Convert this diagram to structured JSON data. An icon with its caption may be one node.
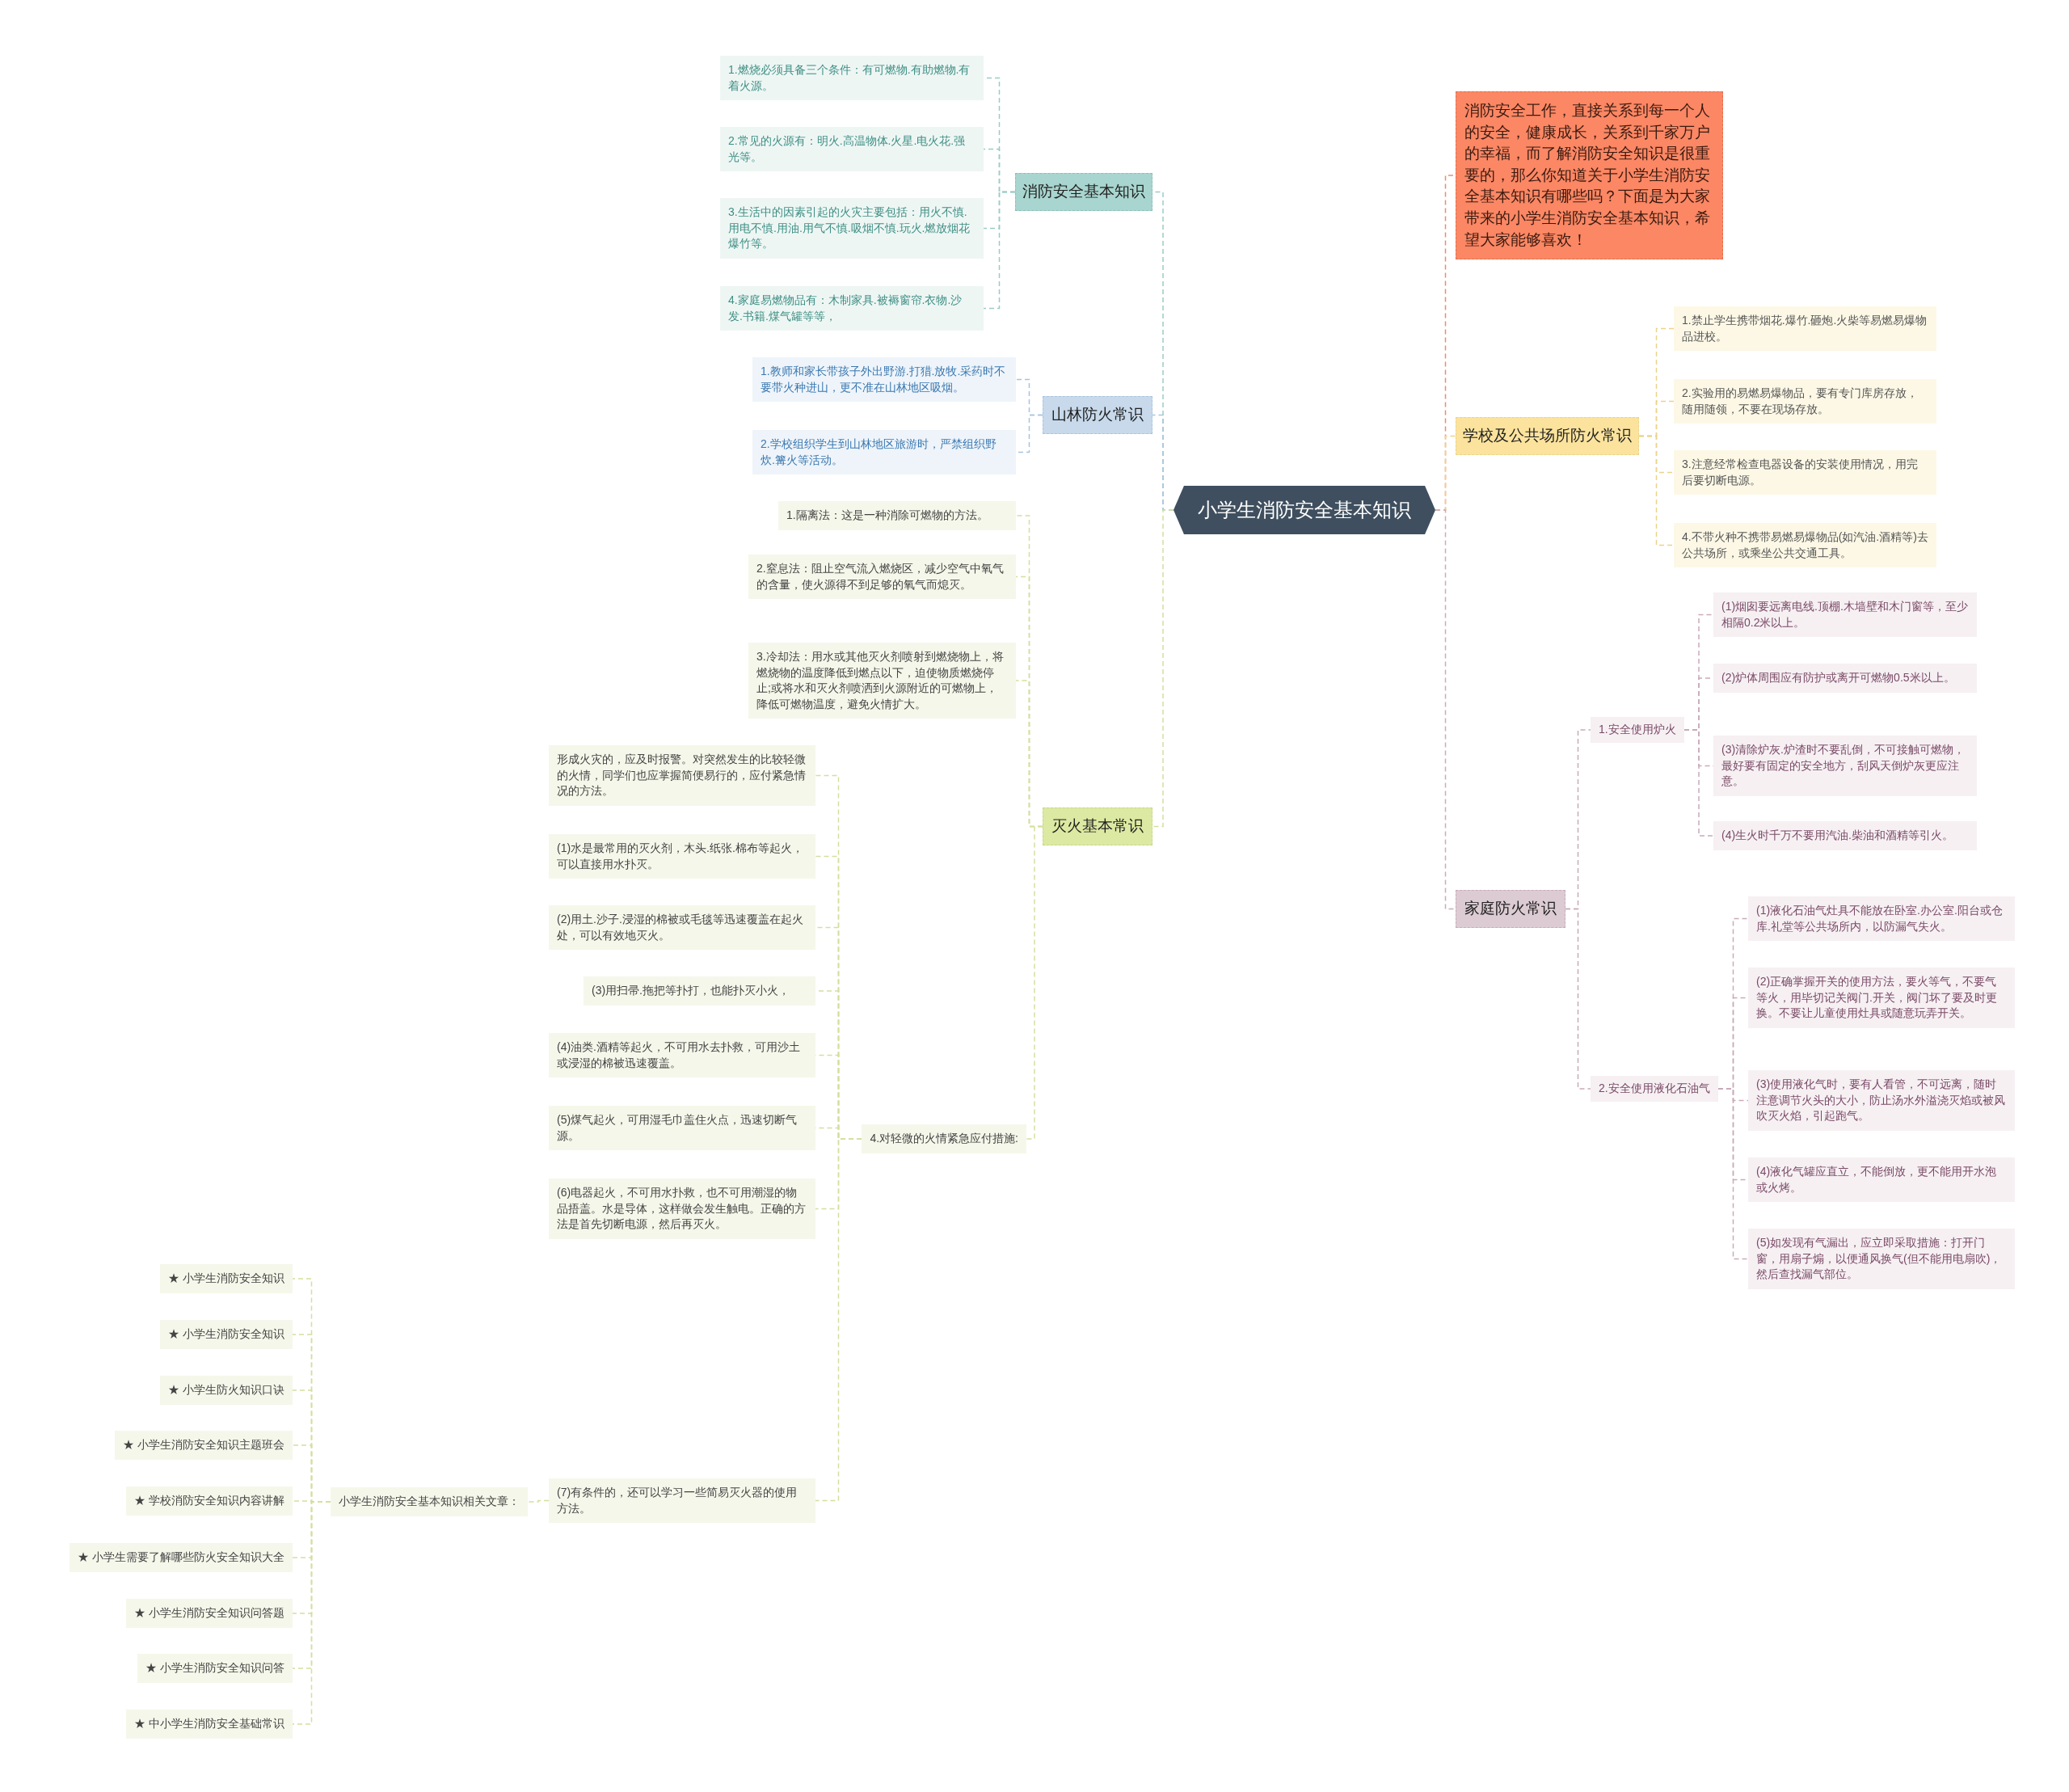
{
  "diagram": {
    "nodes": [
      {
        "text": [
          "小学生消防安全基本知识"
        ]
      },
      {
        "text": [
          "消防安全基本知识"
        ]
      },
      {
        "text": [
          "1.燃烧必须具备三个条件：有可燃物.有助燃物.有着火源。"
        ]
      },
      {
        "text": [
          "2.常见的火源有：明火.高温物体.火星.电火花.强光等。"
        ]
      },
      {
        "text": [
          "3.生活中的因素引起的火灾主要包括：用火不慎.用电不慎.用油.用气不慎.吸烟不慎.玩火.燃放烟花爆竹等。"
        ]
      },
      {
        "text": [
          "4.家庭易燃物品有：木制家具.被褥窗帘.衣物.沙发.书籍.煤气罐等等，"
        ]
      },
      {
        "text": [
          "山林防火常识"
        ]
      },
      {
        "text": [
          "1.教师和家长带孩子外出野游.打猎.放牧.采药时不要带火种进山，更不准在山林地区吸烟。"
        ]
      },
      {
        "text": [
          "2.学校组织学生到山林地区旅游时，严禁组织野炊.篝火等活动。"
        ]
      },
      {
        "text": [
          "灭火基本常识"
        ]
      },
      {
        "text": [
          "1.隔离法：这是一种消除可燃物的方法。"
        ]
      },
      {
        "text": [
          "2.窒息法：阻止空气流入燃烧区，减少空气中氧气的含量，使火源得不到足够的氧气而熄灭。"
        ]
      },
      {
        "text": [
          "3.冷却法：用水或其他灭火剂喷射到燃烧物上，将燃烧物的温度降低到燃点以下，迫使物质燃烧停止;或将水和灭火剂喷洒到火源附近的可燃物上，降低可燃物温度，避免火情扩大。"
        ]
      },
      {
        "text": [
          "4.对轻微的火情紧急应付措施:"
        ]
      },
      {
        "text": [
          "形成火灾的，应及时报警。对突然发生的比较轻微的火情，同学们也应掌握简便易行的，应付紧急情况的方法。"
        ]
      },
      {
        "text": [
          "(1)水是最常用的灭火剂，木头.纸张.棉布等起火，可以直接用水扑灭。"
        ]
      },
      {
        "text": [
          "(2)用土.沙子.浸湿的棉被或毛毯等迅速覆盖在起火处，可以有效地灭火。"
        ]
      },
      {
        "text": [
          "(3)用扫帚.拖把等扑打，也能扑灭小火，"
        ]
      },
      {
        "text": [
          "(4)油类.酒精等起火，不可用水去扑救，可用沙土或浸湿的棉被迅速覆盖。"
        ]
      },
      {
        "text": [
          "(5)煤气起火，可用湿毛巾盖住火点，迅速切断气源。"
        ]
      },
      {
        "text": [
          "(6)电器起火，不可用水扑救，也不可用潮湿的物品捂盖。水是导体，这样做会发生触电。正确的方法是首先切断电源，然后再灭火。"
        ]
      },
      {
        "text": [
          "(7)有条件的，还可以学习一些简易灭火器的使用方法。"
        ]
      },
      {
        "text": [
          "小学生消防安全基本知识相关文章："
        ]
      },
      {
        "text": [
          "★ 小学生消防安全知识"
        ]
      },
      {
        "text": [
          "★ 小学生消防安全知识"
        ]
      },
      {
        "text": [
          "★ 小学生防火知识口诀"
        ]
      },
      {
        "text": [
          "★ 小学生消防安全知识主题班会"
        ]
      },
      {
        "text": [
          "★ 学校消防安全知识内容讲解"
        ]
      },
      {
        "text": [
          "★ 小学生需要了解哪些防火安全知识大全"
        ]
      },
      {
        "text": [
          "★ 小学生消防安全知识问答题"
        ]
      },
      {
        "text": [
          "★ 小学生消防安全知识问答"
        ]
      },
      {
        "text": [
          "★ 中小学生消防安全基础常识"
        ]
      },
      {
        "text": [
          "消防安全工作，直接关系到每一个人的安全，健康成长，关系到千家万户的幸福，而了解消防安全知识是很重要的，那么你知道关于小学生消防安全基本知识有哪些吗？下面是为大家带来的小学生消防安全基本知识，希望大家能够喜欢！"
        ]
      },
      {
        "text": [
          "学校及公共场所防火常识"
        ]
      },
      {
        "text": [
          "1.禁止学生携带烟花.爆竹.砸炮.火柴等易燃易爆物品进校。"
        ]
      },
      {
        "text": [
          "2.实验用的易燃易爆物品，要有专门库房存放，随用随领，不要在现场存放。"
        ]
      },
      {
        "text": [
          "3.注意经常检查电器设备的安装使用情况，用完后要切断电源。"
        ]
      },
      {
        "text": [
          "4.不带火种不携带易燃易爆物品(如汽油.酒精等)去公共场所，或乘坐公共交通工具。"
        ]
      },
      {
        "text": [
          "家庭防火常识"
        ]
      },
      {
        "text": [
          "1.安全使用炉火"
        ]
      },
      {
        "text": [
          "2.安全使用液化石油气"
        ]
      },
      {
        "text": [
          "(1)烟囱要远离电线.顶棚.木墙壁和木门窗等，至少相隔0.2米以上。"
        ]
      },
      {
        "text": [
          "(2)炉体周围应有防护或离开可燃物0.5米以上。"
        ]
      },
      {
        "text": [
          "(3)清除炉灰.炉渣时不要乱倒，不可接触可燃物，最好要有固定的安全地方，刮风天倒炉灰更应注意。"
        ]
      },
      {
        "text": [
          "(4)生火时千万不要用汽油.柴油和酒精等引火。"
        ]
      },
      {
        "text": [
          "(1)液化石油气灶具不能放在卧室.办公室.阳台或仓库.礼堂等公共场所内，以防漏气失火。"
        ]
      },
      {
        "text": [
          "(2)正确掌握开关的使用方法，要火等气，不要气等火，用毕切记关阀门.开关，阀门坏了要及时更换。不要让儿童使用灶具或随意玩弄开关。"
        ]
      },
      {
        "text": [
          "(3)使用液化气时，要有人看管，不可远离，随时注意调节火头的大小，防止汤水外溢浇灭焰或被风吹灭火焰，引起跑气。"
        ]
      },
      {
        "text": [
          "(4)液化气罐应直立，不能倒放，更不能用开水泡或火烤。"
        ]
      },
      {
        "text": [
          "(5)如发现有气漏出，应立即采取措施：打开门窗，用扇子煽，以便通风换气(但不能用电扇吹)，然后查找漏气部位。"
        ]
      }
    ],
    "edges": [
      {
        "from": 0,
        "to": 1,
        "arrow": "none",
        "color": "#9ccbc5"
      },
      {
        "from": 1,
        "to": 2,
        "arrow": "none",
        "color": "#9ccbc5"
      },
      {
        "from": 1,
        "to": 3,
        "arrow": "none",
        "color": "#9ccbc5"
      },
      {
        "from": 1,
        "to": 4,
        "arrow": "none",
        "color": "#9ccbc5"
      },
      {
        "from": 1,
        "to": 5,
        "arrow": "none",
        "color": "#9ccbc5"
      },
      {
        "from": 0,
        "to": 6,
        "arrow": "none",
        "color": "#a9c4de"
      },
      {
        "from": 6,
        "to": 7,
        "arrow": "none",
        "color": "#a9c4de"
      },
      {
        "from": 6,
        "to": 8,
        "arrow": "none",
        "color": "#a9c4de"
      },
      {
        "from": 0,
        "to": 9,
        "arrow": "none"
      },
      {
        "from": 9,
        "to": 10,
        "arrow": "none"
      },
      {
        "from": 9,
        "to": 11,
        "arrow": "none"
      },
      {
        "from": 9,
        "to": 12,
        "arrow": "none"
      },
      {
        "from": 9,
        "to": 13,
        "arrow": "none"
      },
      {
        "from": 13,
        "to": 14,
        "arrow": "none"
      },
      {
        "from": 13,
        "to": 15,
        "arrow": "none"
      },
      {
        "from": 13,
        "to": 16,
        "arrow": "none"
      },
      {
        "from": 13,
        "to": 17,
        "arrow": "none"
      },
      {
        "from": 13,
        "to": 18,
        "arrow": "none"
      },
      {
        "from": 13,
        "to": 19,
        "arrow": "none"
      },
      {
        "from": 13,
        "to": 20,
        "arrow": "none"
      },
      {
        "from": 13,
        "to": 21,
        "arrow": "none"
      },
      {
        "from": 21,
        "to": 22,
        "arrow": "none"
      },
      {
        "from": 22,
        "to": 23,
        "arrow": "none"
      },
      {
        "from": 22,
        "to": 24,
        "arrow": "none"
      },
      {
        "from": 22,
        "to": 25,
        "arrow": "none"
      },
      {
        "from": 22,
        "to": 26,
        "arrow": "none"
      },
      {
        "from": 22,
        "to": 27,
        "arrow": "none"
      },
      {
        "from": 22,
        "to": 28,
        "arrow": "none"
      },
      {
        "from": 22,
        "to": 29,
        "arrow": "none"
      },
      {
        "from": 22,
        "to": 30,
        "arrow": "none"
      },
      {
        "from": 22,
        "to": 31,
        "arrow": "none"
      },
      {
        "from": 0,
        "to": 32,
        "arrow": "none",
        "color": "#f08a6a"
      },
      {
        "from": 0,
        "to": 33,
        "arrow": "none",
        "color": "#ecd38a"
      },
      {
        "from": 33,
        "to": 34,
        "arrow": "none",
        "color": "#ecd38a"
      },
      {
        "from": 33,
        "to": 35,
        "arrow": "none",
        "color": "#ecd38a"
      },
      {
        "from": 33,
        "to": 36,
        "arrow": "none",
        "color": "#ecd38a"
      },
      {
        "from": 33,
        "to": 37,
        "arrow": "none",
        "color": "#ecd38a"
      },
      {
        "from": 0,
        "to": 38,
        "arrow": "none",
        "color": "#c9abba"
      },
      {
        "from": 38,
        "to": 39,
        "arrow": "none",
        "color": "#c9abba"
      },
      {
        "from": 38,
        "to": 40,
        "arrow": "none",
        "color": "#c9abba"
      },
      {
        "from": 39,
        "to": 41,
        "arrow": "none",
        "color": "#c9abba"
      },
      {
        "from": 39,
        "to": 42,
        "arrow": "none",
        "color": "#c9abba"
      },
      {
        "from": 39,
        "to": 43,
        "arrow": "none",
        "color": "#c9abba"
      },
      {
        "from": 39,
        "to": 44,
        "arrow": "none",
        "color": "#c9abba"
      },
      {
        "from": 40,
        "to": 45,
        "arrow": "none",
        "color": "#c9abba"
      },
      {
        "from": 40,
        "to": 46,
        "arrow": "none",
        "color": "#c9abba"
      },
      {
        "from": 40,
        "to": 47,
        "arrow": "none",
        "color": "#c9abba"
      },
      {
        "from": 40,
        "to": 48,
        "arrow": "none",
        "color": "#c9abba"
      },
      {
        "from": 40,
        "to": 49,
        "arrow": "none",
        "color": "#c9abba"
      }
    ]
  }
}
